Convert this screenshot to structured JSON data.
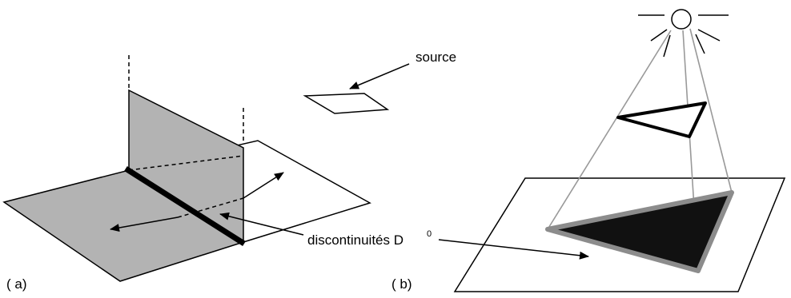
{
  "labels": {
    "source": "source",
    "discontinuities": "discontinuités D",
    "discontinuities_superscript": "0",
    "panel_a": "( a)",
    "panel_b": "( b)"
  },
  "colors": {
    "shaded_face": "#b3b3b3",
    "shadow_fill": "#111111",
    "shadow_outline": "#8c8c8c",
    "light_ray": "#999999",
    "stroke": "#000000"
  },
  "icons": {
    "light_source": "sun-icon"
  }
}
